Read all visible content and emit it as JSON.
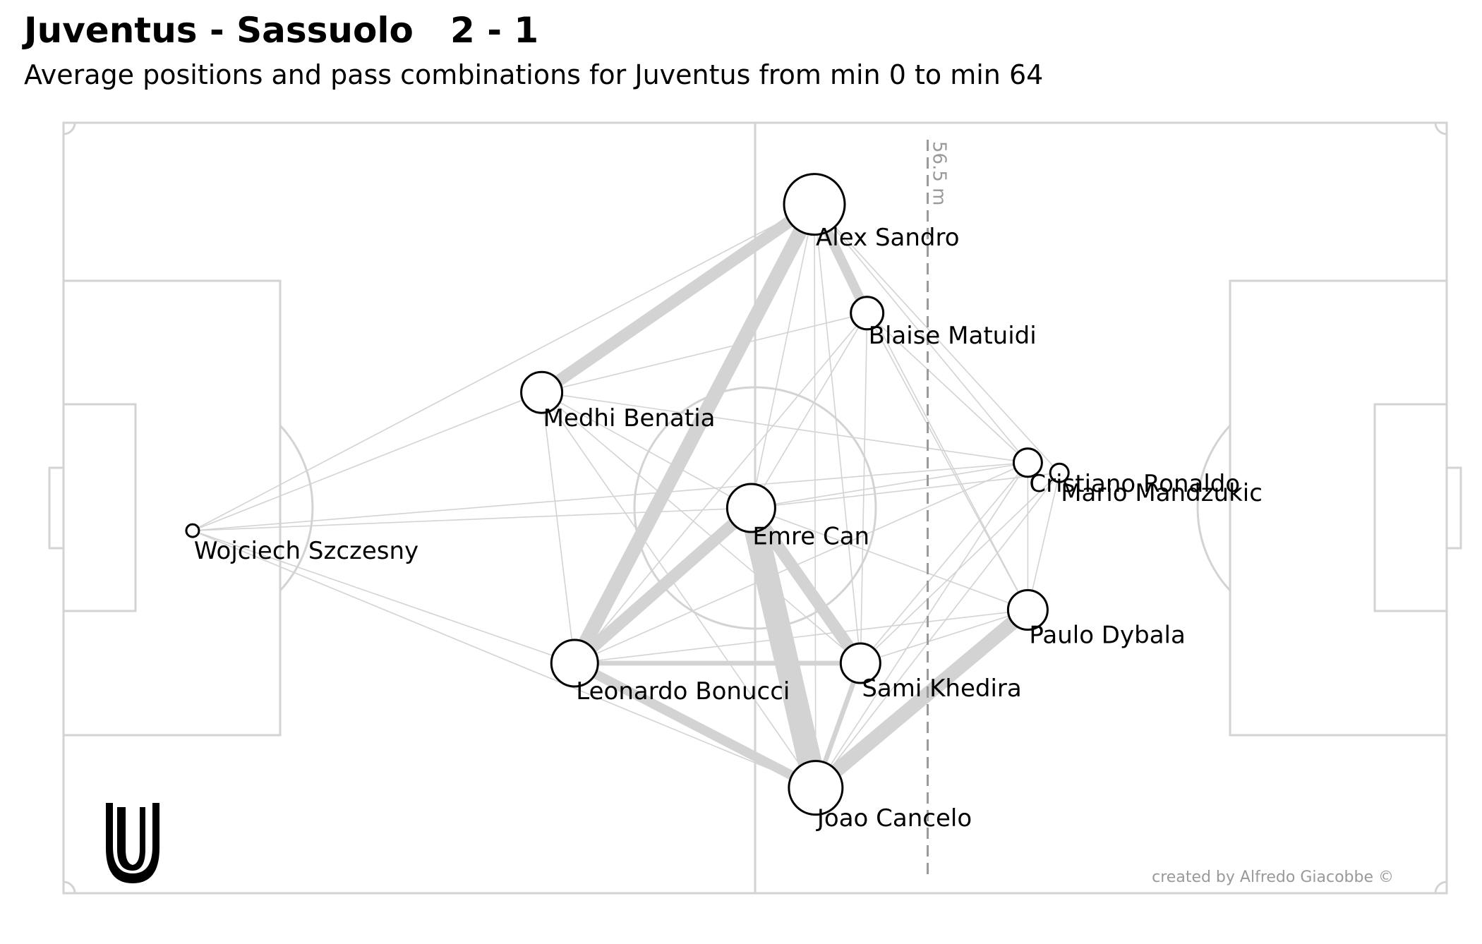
{
  "header": {
    "title": "Juventus - Sassuolo   2 - 1",
    "subtitle": "Average positions and pass combinations for Juventus from min 0 to min 64"
  },
  "footer": {
    "credit": "created by Alfredo Giacobbe ©"
  },
  "colors": {
    "lines": "#d3d3d3",
    "markings": "#d3d3d3",
    "node_fill": "#ffffff",
    "node_stroke": "#000000",
    "avg_line": "#999999"
  },
  "chart_data": {
    "type": "pass network",
    "pitch_length_m": 105,
    "pitch_width_m": 68,
    "average_line": {
      "x_m": 65.6,
      "label": "56.5 m"
    },
    "players": [
      {
        "id": "alex_sandro",
        "name": "Alex Sandro",
        "x": 57.0,
        "y": 60.8,
        "size": 43
      },
      {
        "id": "blaise_matuidi",
        "name": "Blaise Matuidi",
        "x": 61.0,
        "y": 51.2,
        "size": 23
      },
      {
        "id": "medhi_benatia",
        "name": "Medhi Benatia",
        "x": 36.3,
        "y": 44.2,
        "size": 29
      },
      {
        "id": "cristiano_ronaldo",
        "name": "Cristiano Ronaldo",
        "x": 73.2,
        "y": 38.0,
        "size": 20
      },
      {
        "id": "mario_mandzukic",
        "name": "Mario Mandzukic",
        "x": 75.6,
        "y": 37.1,
        "size": 13
      },
      {
        "id": "emre_can",
        "name": "Emre Can",
        "x": 52.2,
        "y": 34.0,
        "size": 34
      },
      {
        "id": "wojciech_szczesny",
        "name": "Wojciech Szczesny",
        "x": 9.8,
        "y": 32.0,
        "size": 9
      },
      {
        "id": "paulo_dybala",
        "name": "Paulo Dybala",
        "x": 73.2,
        "y": 25.0,
        "size": 28
      },
      {
        "id": "leonardo_bonucci",
        "name": "Leonardo Bonucci",
        "x": 38.8,
        "y": 20.3,
        "size": 33
      },
      {
        "id": "sami_khedira",
        "name": "Sami Khedira",
        "x": 60.5,
        "y": 20.3,
        "size": 28
      },
      {
        "id": "joao_cancelo",
        "name": "Joao Cancelo",
        "x": 57.1,
        "y": 9.3,
        "size": 38
      }
    ],
    "passes": [
      {
        "a": "joao_cancelo",
        "b": "emre_can",
        "count": 10
      },
      {
        "a": "leonardo_bonucci",
        "b": "alex_sandro",
        "count": 6
      },
      {
        "a": "joao_cancelo",
        "b": "paulo_dybala",
        "count": 6
      },
      {
        "a": "leonardo_bonucci",
        "b": "emre_can",
        "count": 5
      },
      {
        "a": "medhi_benatia",
        "b": "alex_sandro",
        "count": 5
      },
      {
        "a": "emre_can",
        "b": "sami_khedira",
        "count": 5
      },
      {
        "a": "leonardo_bonucci",
        "b": "joao_cancelo",
        "count": 4
      },
      {
        "a": "alex_sandro",
        "b": "blaise_matuidi",
        "count": 4
      },
      {
        "a": "leonardo_bonucci",
        "b": "sami_khedira",
        "count": 2
      },
      {
        "a": "joao_cancelo",
        "b": "sami_khedira",
        "count": 2
      },
      {
        "a": "wojciech_szczesny",
        "b": "medhi_benatia",
        "count": 1
      },
      {
        "a": "wojciech_szczesny",
        "b": "leonardo_bonucci",
        "count": 1
      },
      {
        "a": "wojciech_szczesny",
        "b": "emre_can",
        "count": 1
      },
      {
        "a": "wojciech_szczesny",
        "b": "alex_sandro",
        "count": 1
      },
      {
        "a": "wojciech_szczesny",
        "b": "joao_cancelo",
        "count": 1
      },
      {
        "a": "wojciech_szczesny",
        "b": "cristiano_ronaldo",
        "count": 1
      },
      {
        "a": "medhi_benatia",
        "b": "emre_can",
        "count": 1
      },
      {
        "a": "medhi_benatia",
        "b": "leonardo_bonucci",
        "count": 1
      },
      {
        "a": "medhi_benatia",
        "b": "blaise_matuidi",
        "count": 1
      },
      {
        "a": "medhi_benatia",
        "b": "sami_khedira",
        "count": 1
      },
      {
        "a": "medhi_benatia",
        "b": "cristiano_ronaldo",
        "count": 1
      },
      {
        "a": "medhi_benatia",
        "b": "joao_cancelo",
        "count": 1
      },
      {
        "a": "alex_sandro",
        "b": "emre_can",
        "count": 1
      },
      {
        "a": "alex_sandro",
        "b": "cristiano_ronaldo",
        "count": 1
      },
      {
        "a": "alex_sandro",
        "b": "mario_mandzukic",
        "count": 1
      },
      {
        "a": "alex_sandro",
        "b": "paulo_dybala",
        "count": 1
      },
      {
        "a": "alex_sandro",
        "b": "sami_khedira",
        "count": 1
      },
      {
        "a": "alex_sandro",
        "b": "joao_cancelo",
        "count": 1
      },
      {
        "a": "blaise_matuidi",
        "b": "emre_can",
        "count": 1
      },
      {
        "a": "blaise_matuidi",
        "b": "cristiano_ronaldo",
        "count": 1
      },
      {
        "a": "blaise_matuidi",
        "b": "paulo_dybala",
        "count": 1
      },
      {
        "a": "blaise_matuidi",
        "b": "sami_khedira",
        "count": 1
      },
      {
        "a": "blaise_matuidi",
        "b": "leonardo_bonucci",
        "count": 1
      },
      {
        "a": "emre_can",
        "b": "cristiano_ronaldo",
        "count": 1
      },
      {
        "a": "emre_can",
        "b": "mario_mandzukic",
        "count": 1
      },
      {
        "a": "emre_can",
        "b": "paulo_dybala",
        "count": 1
      },
      {
        "a": "leonardo_bonucci",
        "b": "paulo_dybala",
        "count": 1
      },
      {
        "a": "leonardo_bonucci",
        "b": "cristiano_ronaldo",
        "count": 1
      },
      {
        "a": "cristiano_ronaldo",
        "b": "paulo_dybala",
        "count": 1
      },
      {
        "a": "cristiano_ronaldo",
        "b": "sami_khedira",
        "count": 1
      },
      {
        "a": "cristiano_ronaldo",
        "b": "joao_cancelo",
        "count": 1
      },
      {
        "a": "mario_mandzukic",
        "b": "paulo_dybala",
        "count": 1
      },
      {
        "a": "mario_mandzukic",
        "b": "sami_khedira",
        "count": 1
      },
      {
        "a": "mario_mandzukic",
        "b": "joao_cancelo",
        "count": 1
      },
      {
        "a": "paulo_dybala",
        "b": "sami_khedira",
        "count": 1
      }
    ]
  }
}
